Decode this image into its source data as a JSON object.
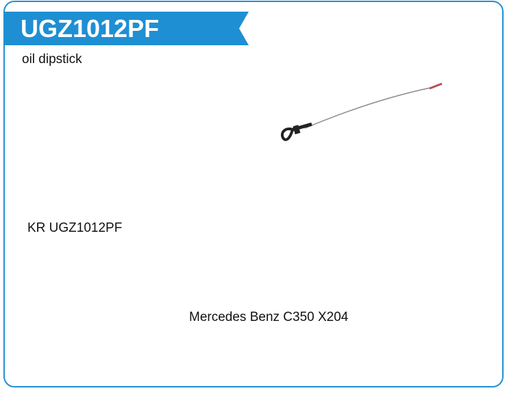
{
  "product": {
    "part_number": "UGZ1012PF",
    "description": "oil dipstick",
    "reference_code": "KR UGZ1012PF",
    "vehicle": "Mercedes Benz C350 X204"
  },
  "colors": {
    "accent": "#1f8fd3"
  }
}
